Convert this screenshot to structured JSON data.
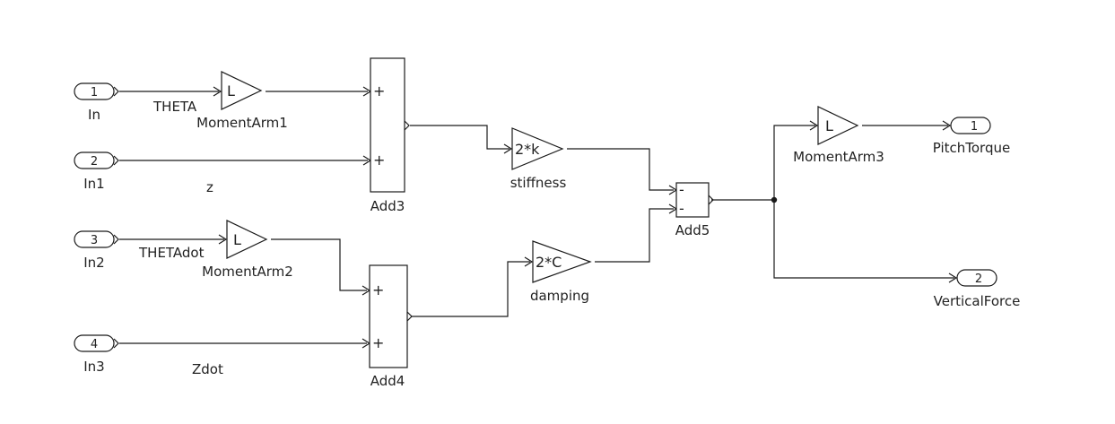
{
  "inports": [
    {
      "number": "1",
      "name": "In"
    },
    {
      "number": "2",
      "name": "In1"
    },
    {
      "number": "3",
      "name": "In2"
    },
    {
      "number": "4",
      "name": "In3"
    }
  ],
  "outports": [
    {
      "number": "1",
      "name": "PitchTorque"
    },
    {
      "number": "2",
      "name": "VerticalForce"
    }
  ],
  "gains": [
    {
      "value": "L",
      "name": "MomentArm1"
    },
    {
      "value": "L",
      "name": "MomentArm2"
    },
    {
      "value": "L",
      "name": "MomentArm3"
    },
    {
      "value": "2*k",
      "name": "stiffness"
    },
    {
      "value": "2*C",
      "name": "damping"
    }
  ],
  "sums": [
    {
      "name": "Add3",
      "signs": [
        "+",
        "+"
      ]
    },
    {
      "name": "Add4",
      "signs": [
        "+",
        "+"
      ]
    },
    {
      "name": "Add5",
      "signs": [
        "-",
        "-"
      ]
    }
  ],
  "signals": [
    "THETA",
    "z",
    "THETAdot",
    "Zdot"
  ]
}
